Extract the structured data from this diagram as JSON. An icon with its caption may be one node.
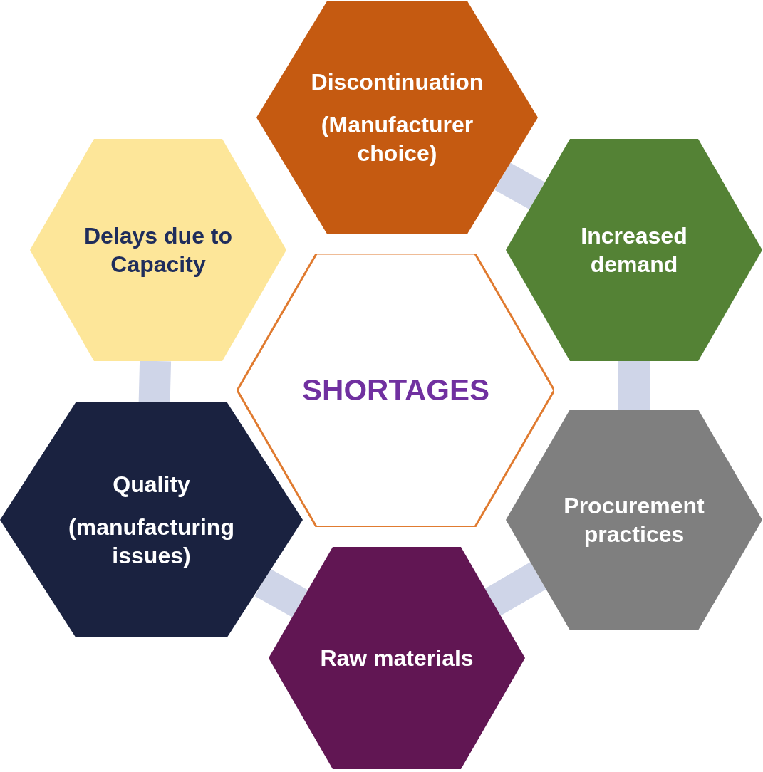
{
  "diagram": {
    "nodes": [
      {
        "text": [
          "Discontinuation",
          "(Manufacturer choice)"
        ]
      },
      {
        "text": [
          "Delays due to Capacity"
        ]
      },
      {
        "text": [
          "Increased demand"
        ]
      },
      {
        "text": [
          "SHORTAGES"
        ]
      },
      {
        "text": [
          "Quality",
          "(manufacturing issues)"
        ]
      },
      {
        "text": [
          "Procurement practices"
        ]
      },
      {
        "text": [
          "Raw materials"
        ]
      }
    ],
    "edges": [
      {
        "from": 0,
        "to": 2,
        "arrow": "none"
      },
      {
        "from": 2,
        "to": 5,
        "arrow": "none"
      },
      {
        "from": 5,
        "to": 6,
        "arrow": "none"
      },
      {
        "from": 6,
        "to": 4,
        "arrow": "none"
      },
      {
        "from": 4,
        "to": 1,
        "arrow": "none"
      }
    ]
  }
}
